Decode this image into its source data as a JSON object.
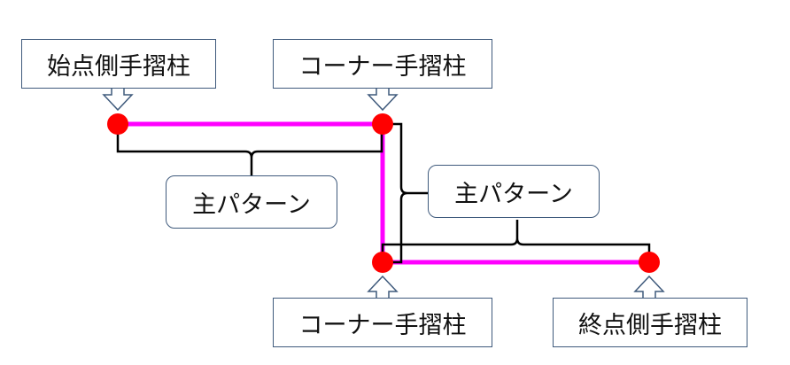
{
  "labels": {
    "start_post": "始点側手摺柱",
    "corner_post_top": "コーナー手摺柱",
    "corner_post_bottom": "コーナー手摺柱",
    "end_post": "終点側手摺柱"
  },
  "patterns": {
    "pattern_top": "主パターン",
    "pattern_right": "主パターン"
  },
  "colors": {
    "rail": "#ff00ff",
    "post": "#ff0000",
    "bracket": "#000000",
    "box_border": "#3f5a7c"
  }
}
